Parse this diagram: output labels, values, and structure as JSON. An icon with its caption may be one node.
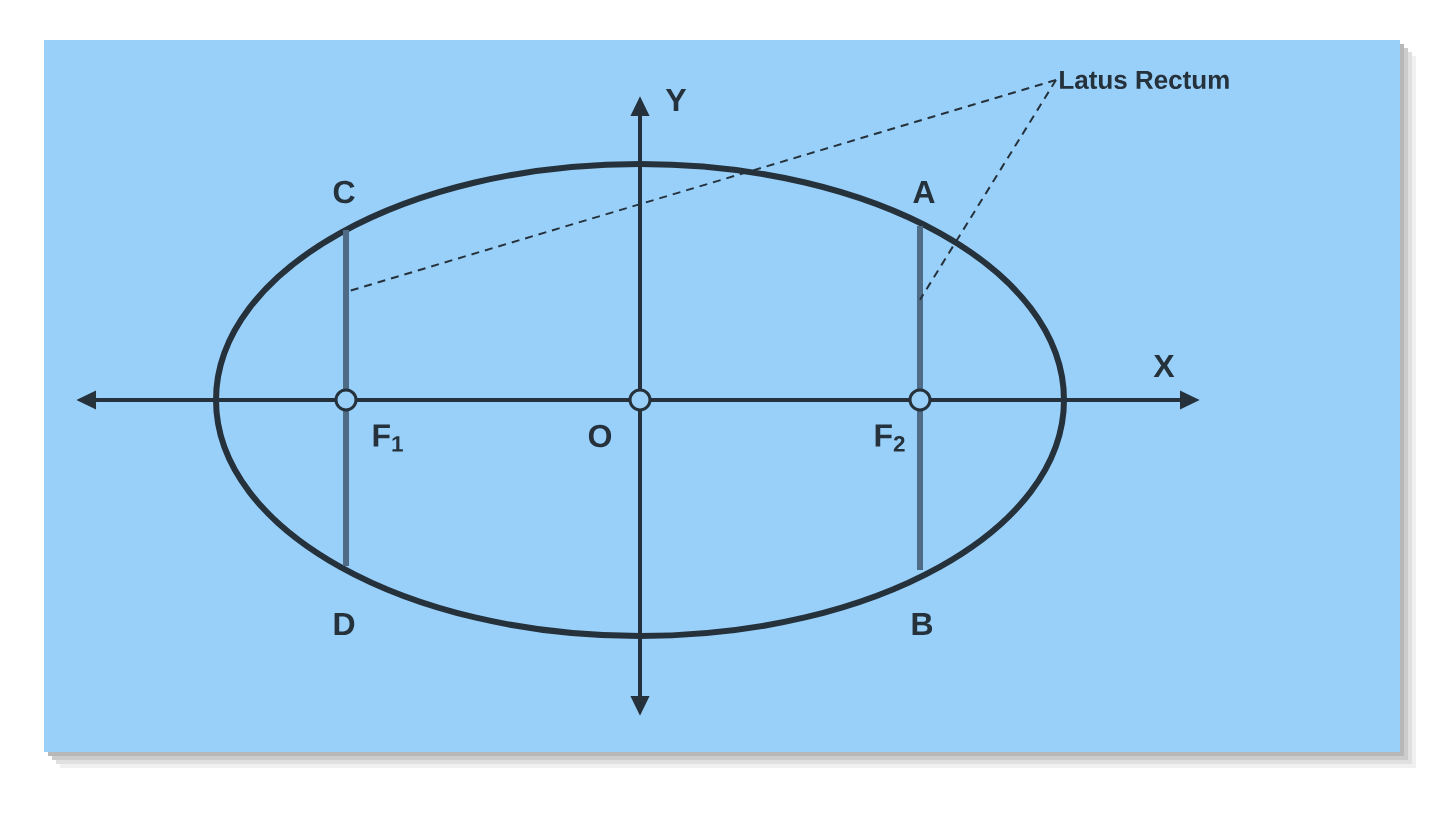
{
  "diagram": {
    "nodes": [
      {
        "text": [
          "Latus Rectum"
        ]
      },
      {
        "text": [],
        "shape": "line"
      },
      {
        "text": [],
        "shape": "line"
      }
    ],
    "edges": [
      {
        "from": 0,
        "to": 1,
        "arrow": "none",
        "style": "dashed"
      },
      {
        "from": 0,
        "to": 2,
        "arrow": "none",
        "style": "dashed"
      }
    ],
    "labels": [
      "Y",
      "C",
      "A",
      "X",
      "F$_{1}$",
      "O",
      "F$_{2}$",
      "D",
      "B"
    ]
  }
}
